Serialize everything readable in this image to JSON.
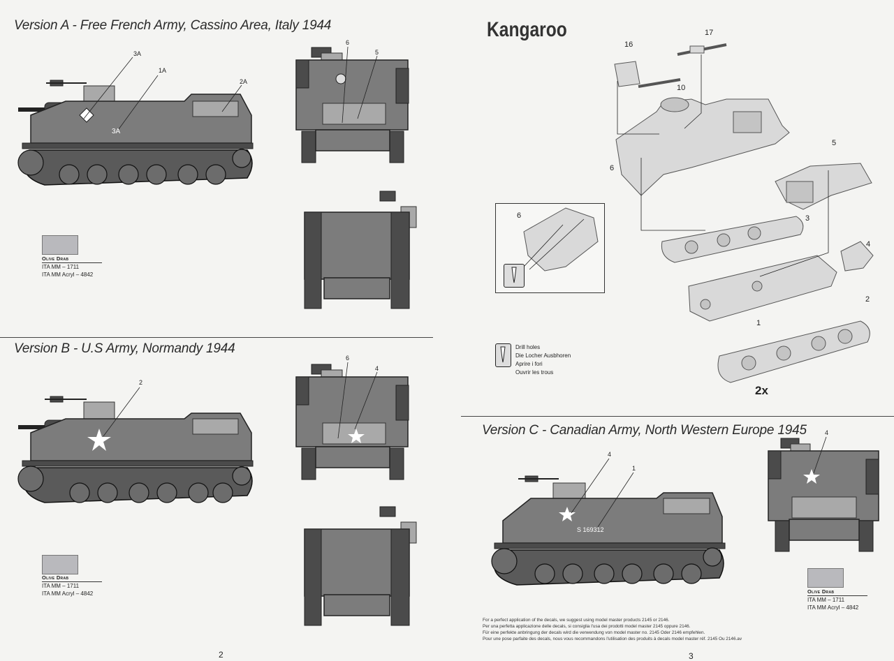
{
  "left_page": {
    "version_a": {
      "title": "Version A - Free French Army, Cassino Area, Italy 1944",
      "callouts": [
        "3A",
        "1A",
        "2A",
        "6",
        "5"
      ],
      "marking_text": "3A",
      "paint": {
        "name": "Olive Drab",
        "code1": "ITA MM – 1711",
        "code2": "ITA MM Acryl – 4842"
      }
    },
    "version_b": {
      "title": "Version B - U.S Army, Normandy 1944",
      "callouts": [
        "2",
        "6",
        "4"
      ],
      "paint": {
        "name": "Olive Drab",
        "code1": "ITA MM – 1711",
        "code2": "ITA MM Acryl – 4842"
      }
    },
    "page_number": "2"
  },
  "right_page": {
    "heading": "Kangaroo",
    "assembly": {
      "parts": [
        "16",
        "17",
        "10",
        "6",
        "5",
        "3",
        "4",
        "2",
        "1"
      ],
      "inset_part": "6",
      "multiplier": "2x",
      "drill_legend": [
        "Drill holes",
        "Die Locher Ausbhoren",
        "Aprire i fori",
        "Ouvrir les trous"
      ]
    },
    "version_c": {
      "title": "Version C - Canadian Army, North Western Europe 1945",
      "callouts": [
        "4",
        "1",
        "4"
      ],
      "serial": "S 169312",
      "paint": {
        "name": "Olive Drab",
        "code1": "ITA MM – 1711",
        "code2": "ITA MM Acryl – 4842"
      }
    },
    "footnote": [
      "For a perfect application of the decals, we suggest using model master products 2145 or 2146.",
      "Per una perfetta applicazione delle decals, si consiglia l'usa dei prodotti model master 2145 oppure 2146.",
      "Für eine perfekte anbringung der decals wird die verwendung von model master no. 2145 Oder 2146 empfehlen.",
      "Pour une pose parfaite des decals, nous vous recommandons l'utilisation des produits à decals model master réf. 2145 Ou 2146.av"
    ],
    "page_number": "3"
  },
  "colors": {
    "olive_drab_swatch": "#b9b9bd",
    "paper": "#f4f4f2",
    "ink": "#222222"
  }
}
